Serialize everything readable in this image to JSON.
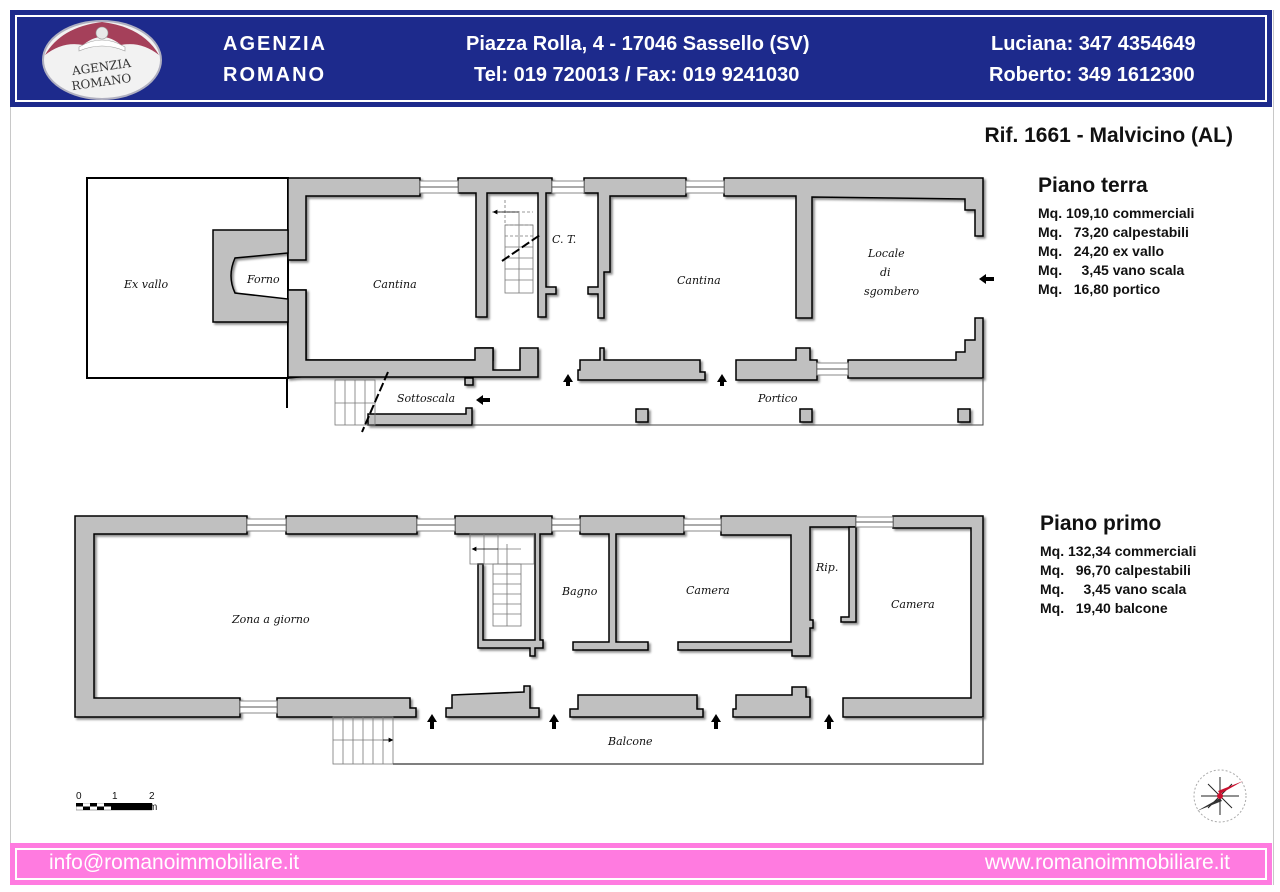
{
  "header": {
    "agency_line1": "AGENZIA",
    "agency_line2": "ROMANO",
    "logo_text_top": "AGENZIA",
    "logo_text_bottom": "ROMANO",
    "address": "Piazza Rolla, 4 - 17046 Sassello (SV)",
    "phone_fax": "Tel: 019 720013 / Fax: 019 9241030",
    "contact1": "Luciana: 347 4354649",
    "contact2": "Roberto: 349 1612300",
    "colors": {
      "background": "#1d2a8c",
      "text": "#ffffff"
    }
  },
  "reference": "Rif. 1661 - Malvicino (AL)",
  "floors": [
    {
      "title": "Piano terra",
      "areas": [
        "Mq. 109,10 commerciali",
        "Mq.   73,20 calpestabili",
        "Mq.   24,20 ex vallo",
        "Mq.     3,45 vano scala",
        "Mq.   16,80 portico"
      ],
      "rooms": [
        "Ex vallo",
        "Forno",
        "Cantina",
        "C. T.",
        "Cantina",
        "Locale",
        "di",
        "sgombero",
        "Sottoscala",
        "Portico"
      ]
    },
    {
      "title": "Piano primo",
      "areas": [
        "Mq. 132,34 commerciali",
        "Mq.   96,70 calpestabili",
        "Mq.     3,45 vano scala",
        "Mq.   19,40 balcone"
      ],
      "rooms": [
        "Zona a giorno",
        "Bagno",
        "Camera",
        "Rip.",
        "Camera",
        "Balcone"
      ]
    }
  ],
  "scale_bar": {
    "labels": [
      "0",
      "1",
      "2 m"
    ]
  },
  "compass": {
    "icon": "compass-rose-icon"
  },
  "footer": {
    "email": "info@romanoimmobiliare.it",
    "website": "www.romanoimmobiliare.it",
    "colors": {
      "background": "#ff7be0",
      "text": "#ffffff"
    }
  },
  "plan_colors": {
    "wall_fill": "#c0c0c0",
    "wall_stroke": "#000000"
  }
}
